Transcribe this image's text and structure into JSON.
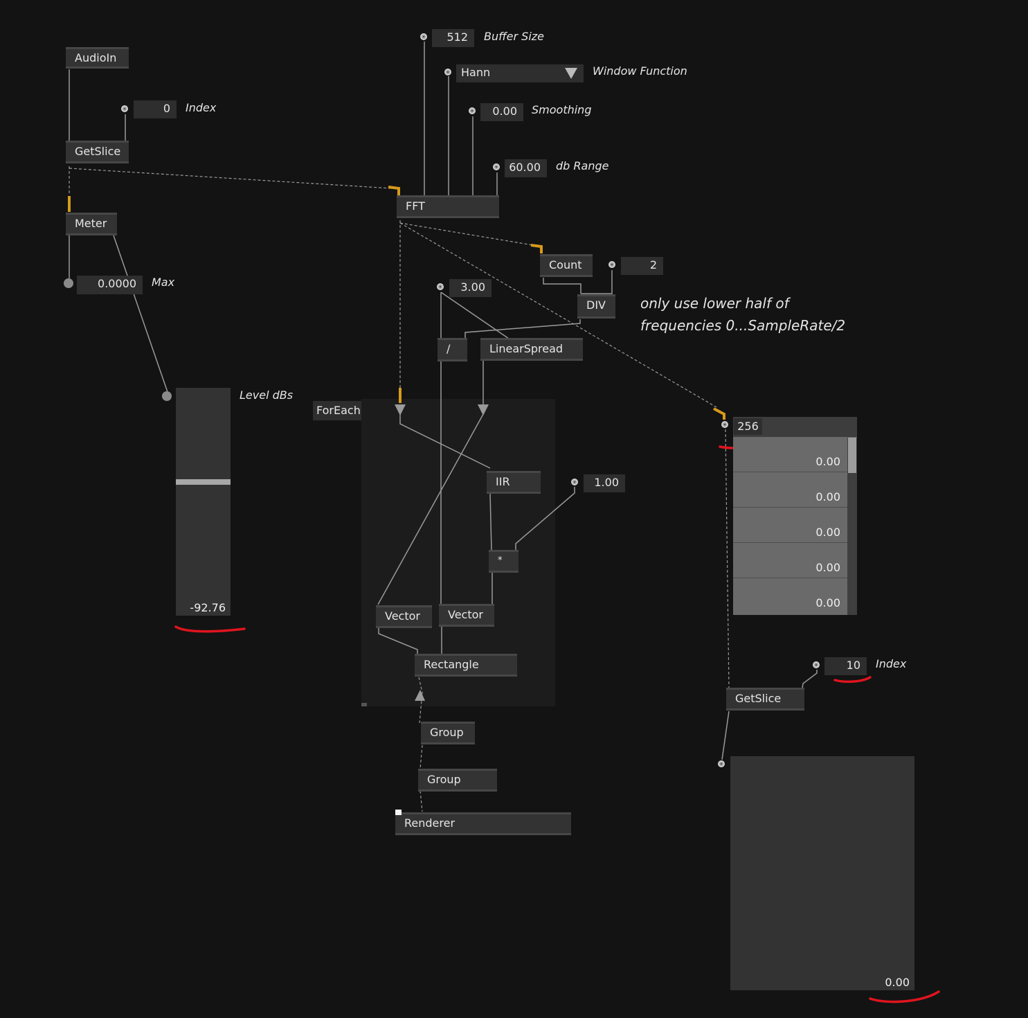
{
  "nodes": {
    "audioin": "AudioIn",
    "getslice_top": "GetSlice",
    "meter": "Meter",
    "fft": "FFT",
    "count": "Count",
    "div": "DIV",
    "divide": "/",
    "linearspread": "LinearSpread",
    "foreach": "ForEach",
    "iir": "IIR",
    "multiply": "*",
    "vector_a": "Vector",
    "vector_b": "Vector",
    "rectangle": "Rectangle",
    "group_a": "Group",
    "group_b": "Group",
    "renderer": "Renderer",
    "getslice_right": "GetSlice"
  },
  "inputs": {
    "index_top": {
      "value": "0",
      "label": "Index"
    },
    "max": {
      "value": "0.0000",
      "label": "Max"
    },
    "buffer_size": {
      "value": "512",
      "label": "Buffer Size"
    },
    "window_function": {
      "value": "Hann",
      "label": "Window Function"
    },
    "smoothing": {
      "value": "0.00",
      "label": "Smoothing"
    },
    "db_range": {
      "value": "60.00",
      "label": "db Range"
    },
    "count_divisor": {
      "value": "2"
    },
    "spread_width": {
      "value": "3.00"
    },
    "scale": {
      "value": "1.00"
    },
    "spread_count": {
      "value": "256"
    },
    "index_right": {
      "value": "10",
      "label": "Index"
    }
  },
  "level_meter": {
    "label": "Level dBs",
    "value": "-92.76",
    "level": 0.6
  },
  "spread_values": [
    "0.00",
    "0.00",
    "0.00",
    "0.00",
    "0.00"
  ],
  "output_value": "0.00",
  "annotation": {
    "line1": "only use lower half of",
    "line2": "frequencies 0...SampleRate/2"
  },
  "colors": {
    "background": "#131313",
    "node": "#333333",
    "link": "#9a9a9a",
    "selected_link": "#d69a1c",
    "highlight": "#e0141e"
  }
}
